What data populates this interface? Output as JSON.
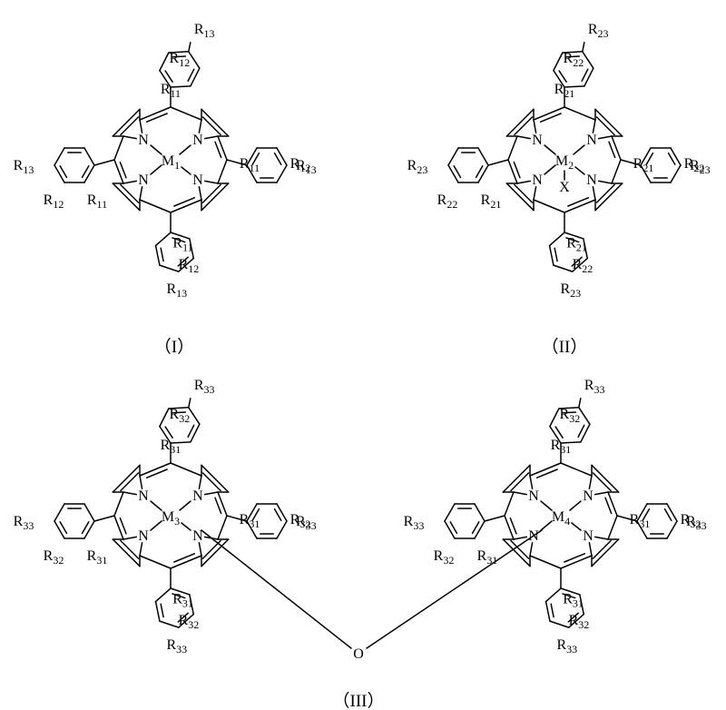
{
  "structures": [
    {
      "id": "I",
      "caption": "（I）",
      "metal": {
        "sym": "M",
        "sub": "1"
      },
      "axial": "",
      "sub_top": [
        {
          "sym": "R",
          "sub": "13"
        },
        {
          "sym": "R",
          "sub": "12"
        },
        {
          "sym": "R",
          "sub": "11"
        }
      ],
      "sub_right": [
        {
          "sym": "R",
          "sub": "11"
        },
        {
          "sym": "R",
          "sub": "12"
        },
        {
          "sym": "R",
          "sub": "13"
        }
      ],
      "sub_left": [
        {
          "sym": "R",
          "sub": "13"
        },
        {
          "sym": "R",
          "sub": "12"
        },
        {
          "sym": "R",
          "sub": "11"
        }
      ],
      "sub_bottom": [
        {
          "sym": "R",
          "sub": "11"
        },
        {
          "sym": "R",
          "sub": "12"
        },
        {
          "sym": "R",
          "sub": "13"
        }
      ]
    },
    {
      "id": "II",
      "caption": "（II）",
      "metal": {
        "sym": "M",
        "sub": "2"
      },
      "axial": "X",
      "sub_top": [
        {
          "sym": "R",
          "sub": "23"
        },
        {
          "sym": "R",
          "sub": "22"
        },
        {
          "sym": "R",
          "sub": "21"
        }
      ],
      "sub_right": [
        {
          "sym": "R",
          "sub": "21"
        },
        {
          "sym": "R",
          "sub": "22"
        },
        {
          "sym": "R",
          "sub": "23"
        }
      ],
      "sub_left": [
        {
          "sym": "R",
          "sub": "23"
        },
        {
          "sym": "R",
          "sub": "22"
        },
        {
          "sym": "R",
          "sub": "21"
        }
      ],
      "sub_bottom": [
        {
          "sym": "R",
          "sub": "21"
        },
        {
          "sym": "R",
          "sub": "22"
        },
        {
          "sym": "R",
          "sub": "23"
        }
      ]
    },
    {
      "id": "III-a",
      "caption": "",
      "metal": {
        "sym": "M",
        "sub": "3"
      },
      "axial": "",
      "sub_top": [
        {
          "sym": "R",
          "sub": "33"
        },
        {
          "sym": "R",
          "sub": "32"
        },
        {
          "sym": "R",
          "sub": "31"
        }
      ],
      "sub_right": [
        {
          "sym": "R",
          "sub": "31"
        },
        {
          "sym": "R",
          "sub": "32"
        },
        {
          "sym": "R",
          "sub": "33"
        }
      ],
      "sub_left": [
        {
          "sym": "R",
          "sub": "33"
        },
        {
          "sym": "R",
          "sub": "32"
        },
        {
          "sym": "R",
          "sub": "31"
        }
      ],
      "sub_bottom": [
        {
          "sym": "R",
          "sub": "31"
        },
        {
          "sym": "R",
          "sub": "32"
        },
        {
          "sym": "R",
          "sub": "33"
        }
      ]
    },
    {
      "id": "III-b",
      "caption": "",
      "metal": {
        "sym": "M",
        "sub": "4"
      },
      "axial": "",
      "sub_top": [
        {
          "sym": "R",
          "sub": "33"
        },
        {
          "sym": "R",
          "sub": "32"
        },
        {
          "sym": "R",
          "sub": "31"
        }
      ],
      "sub_right": [
        {
          "sym": "R",
          "sub": "31"
        },
        {
          "sym": "R",
          "sub": "32"
        },
        {
          "sym": "R",
          "sub": "33"
        }
      ],
      "sub_left": [
        {
          "sym": "R",
          "sub": "33"
        },
        {
          "sym": "R",
          "sub": "32"
        },
        {
          "sym": "R",
          "sub": "31"
        }
      ],
      "sub_bottom": [
        {
          "sym": "R",
          "sub": "31"
        },
        {
          "sym": "R",
          "sub": "32"
        },
        {
          "sym": "R",
          "sub": "33"
        }
      ]
    }
  ],
  "nitrogen_label": "N",
  "bridge_atom": "O",
  "caption_III": "（III）"
}
